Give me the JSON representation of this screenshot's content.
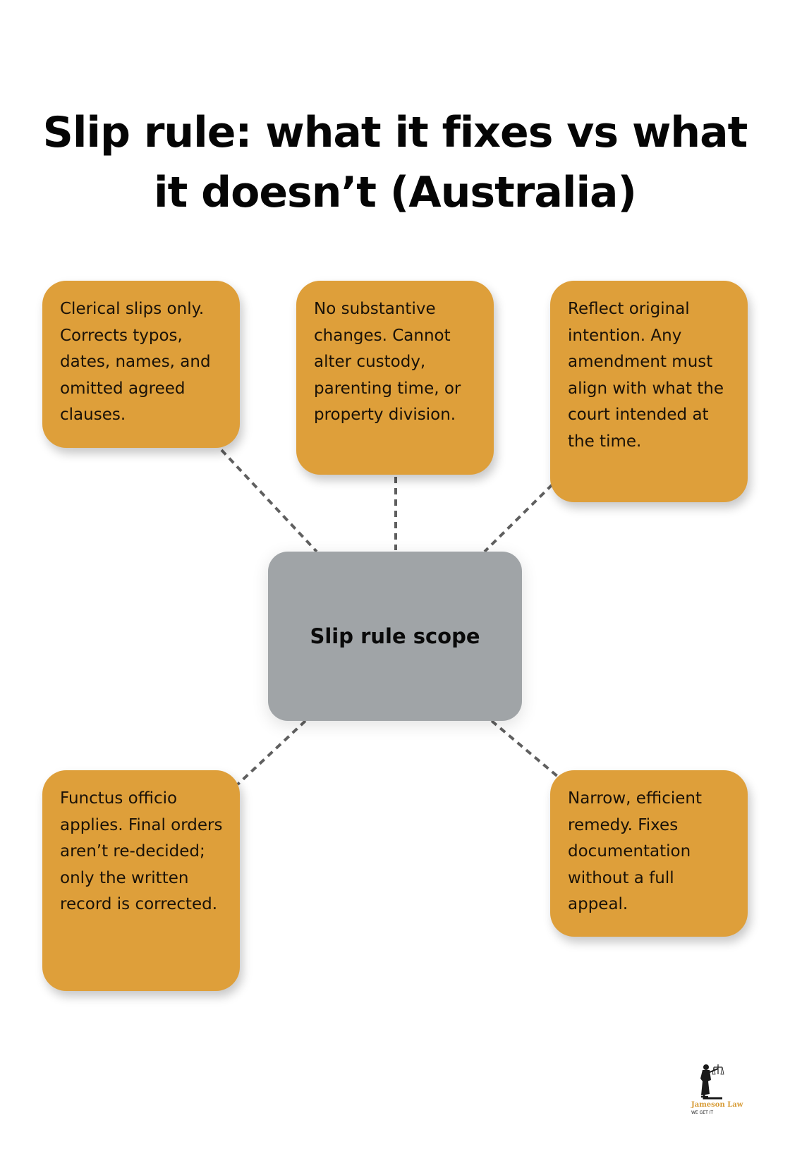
{
  "title": {
    "line1": "Slip rule: what it fixes vs what",
    "line2": "it doesn’t (Australia)"
  },
  "colors": {
    "leaf_fill": "#DE9F3A",
    "center_fill": "#A0A4A7",
    "connector": "#5f5f5f",
    "brand": "#D79B35"
  },
  "center": {
    "label": "Slip rule scope"
  },
  "nodes": [
    {
      "id": "clerical",
      "text": "Clerical slips only. Corrects typos, dates, names, and omitted agreed clauses."
    },
    {
      "id": "no-substantive",
      "text": "No substantive changes. Cannot alter custody, parenting time, or property division."
    },
    {
      "id": "original-intention",
      "text": "Reflect original intention. Any amendment must align with what the court intended at the time."
    },
    {
      "id": "functus-officio",
      "text": "Functus officio applies. Final orders aren’t re-decided; only the written record is corrected."
    },
    {
      "id": "narrow-remedy",
      "text": "Narrow, efficient remedy. Fixes documentation without a full appeal."
    }
  ],
  "logo": {
    "icon": "lady-justice-icon",
    "brand": "Jameson Law",
    "tagline": "WE GET IT"
  }
}
